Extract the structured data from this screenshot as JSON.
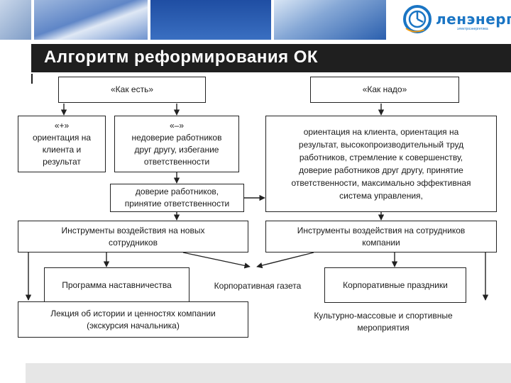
{
  "header": {
    "title": "Алгоритм реформирования ОК",
    "logo_text": "ленэнерго",
    "logo_subtext": "электроэнергетика"
  },
  "diagram": {
    "as_is": "«Как есть»",
    "to_be": "«Как надо»",
    "plus_mark": "«+»",
    "plus_text_1": "ориентация на",
    "plus_text_2": "клиента и",
    "plus_text_3": "результат",
    "minus_mark": "«–»",
    "minus_text_1": "недоверие работников",
    "minus_text_2": "друг другу, избегание",
    "minus_text_3": "ответственности",
    "trust_1": "доверие работников,",
    "trust_2": "принятие ответственности",
    "target_1": "ориентация на клиента, ориентация на",
    "target_2": "результат, высокопроизводительный труд",
    "target_3": "работников, стремление к совершенству,",
    "target_4": "доверие работников друг другу, принятие",
    "target_5": "ответственности, максимально эффективная",
    "target_6": "система управления,",
    "tools_new_1": "Инструменты воздействия на новых",
    "tools_new_2": "сотрудников",
    "tools_staff_1": "Инструменты воздействия на сотрудников",
    "tools_staff_2": "компании",
    "mentoring": "Программа наставничества",
    "newspaper": "Корпоративная газета",
    "holidays": "Корпоративные праздники",
    "lecture_1": "Лекция об истории и ценностях компании",
    "lecture_2": "(экскурсия начальника)",
    "culture_1": "Культурно-массовые и спортивные",
    "culture_2": "мероприятия"
  }
}
